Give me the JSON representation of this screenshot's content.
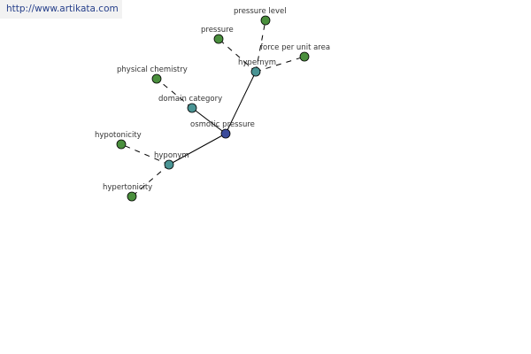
{
  "watermark": {
    "text": "http://www.artikata.com"
  },
  "graph": {
    "colors": {
      "center": "#3a4a9a",
      "relation": "#4a9494",
      "term": "#4a8f3d"
    },
    "nodes": [
      {
        "id": "osmotic-pressure",
        "label": "osmotic pressure",
        "kind": "center"
      },
      {
        "id": "hypernym",
        "label": "hypernym",
        "kind": "relation"
      },
      {
        "id": "domain-category",
        "label": "domain category",
        "kind": "relation"
      },
      {
        "id": "hyponym",
        "label": "hyponym",
        "kind": "relation"
      },
      {
        "id": "pressure-level",
        "label": "pressure level",
        "kind": "term"
      },
      {
        "id": "pressure",
        "label": "pressure",
        "kind": "term"
      },
      {
        "id": "force-per-unit-area",
        "label": "force per unit area",
        "kind": "term"
      },
      {
        "id": "physical-chemistry",
        "label": "physical chemistry",
        "kind": "term"
      },
      {
        "id": "hypotonicity",
        "label": "hypotonicity",
        "kind": "term"
      },
      {
        "id": "hypertonicity",
        "label": "hypertonicity",
        "kind": "term"
      }
    ],
    "edges": [
      {
        "from": "osmotic-pressure",
        "to": "hypernym",
        "style": "solid"
      },
      {
        "from": "osmotic-pressure",
        "to": "domain-category",
        "style": "solid"
      },
      {
        "from": "osmotic-pressure",
        "to": "hyponym",
        "style": "solid"
      },
      {
        "from": "hypernym",
        "to": "pressure-level",
        "style": "dashed"
      },
      {
        "from": "hypernym",
        "to": "pressure",
        "style": "dashed"
      },
      {
        "from": "hypernym",
        "to": "force-per-unit-area",
        "style": "dashed"
      },
      {
        "from": "domain-category",
        "to": "physical-chemistry",
        "style": "dashed"
      },
      {
        "from": "hyponym",
        "to": "hypotonicity",
        "style": "dashed"
      },
      {
        "from": "hyponym",
        "to": "hypertonicity",
        "style": "dashed"
      }
    ]
  }
}
